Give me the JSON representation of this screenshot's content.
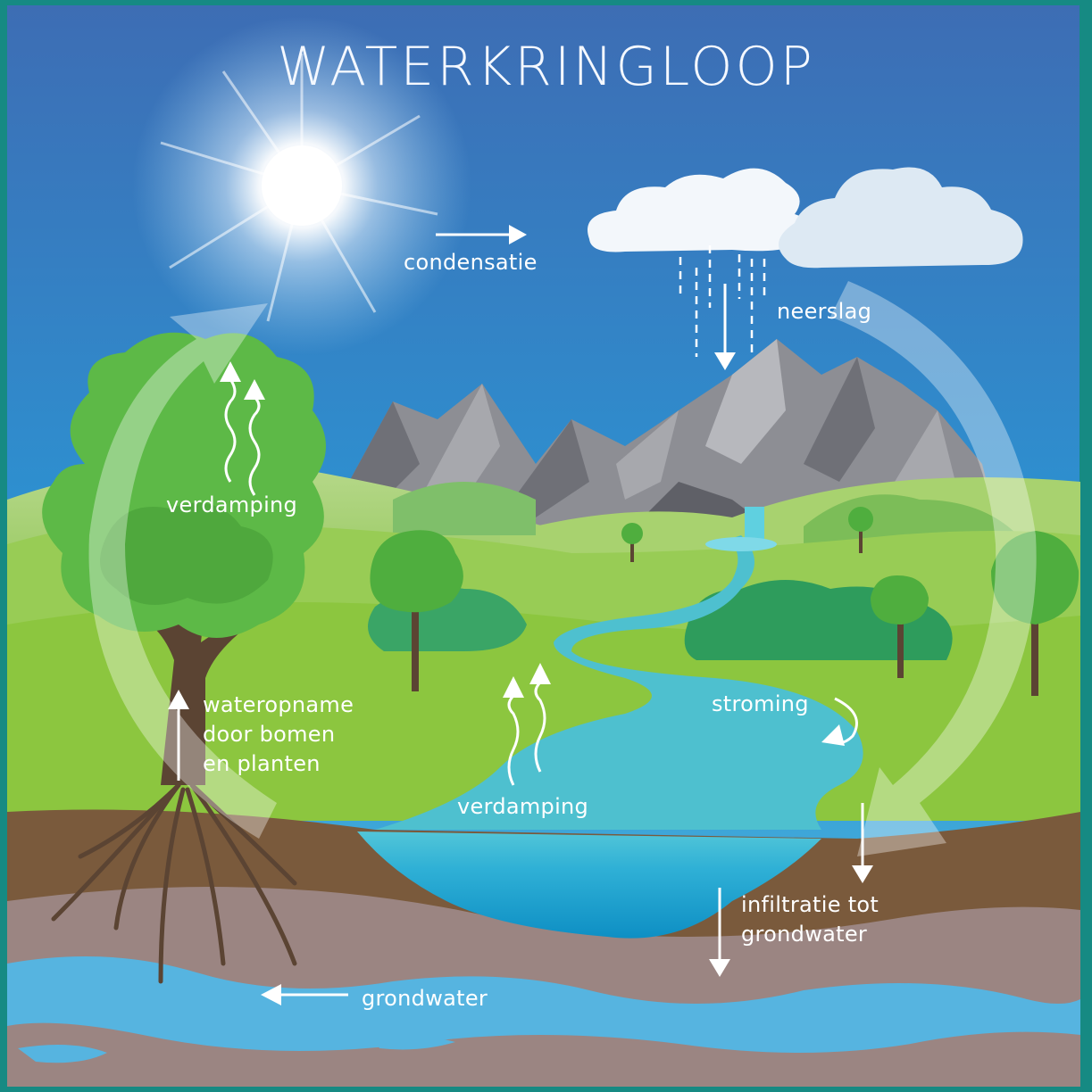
{
  "title": "WATERKRINGLOOP",
  "labels": {
    "condensatie": "condensatie",
    "neerslag": "neerslag",
    "verdamping_trees": "verdamping",
    "verdamping_water": "verdamping",
    "wateropname": [
      "wateropname",
      "door bomen",
      "en planten"
    ],
    "stroming": "stroming",
    "infiltratie": [
      "infiltratie tot",
      "grondwater"
    ],
    "grondwater": "grondwater"
  },
  "colors": {
    "sky_top": "#3f6fb5",
    "sky_bottom": "#2fa7d8",
    "mountain": "#8f9096",
    "grass": "#8dc63f",
    "lake": "#1fa3cf",
    "soil": "#7a5a3c",
    "deep_soil": "#9a8580",
    "groundwater": "#56b4e0",
    "tree_green": "#5db947",
    "cycle_arrow": "#ffffff"
  }
}
